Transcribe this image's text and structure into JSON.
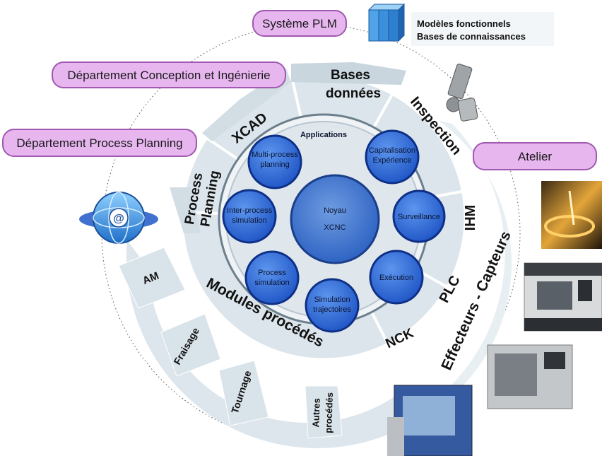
{
  "colors": {
    "pill_fill": "#e7b6ef",
    "pill_stroke": "#a058b0",
    "band_fill": "#dfe8ee",
    "band_stroke": "#ffffff",
    "inner_ring": "#b7c6d0",
    "core_fill": "#5a86c8",
    "node_fill": "#2f6fd6",
    "node_stroke": "#0e2f86"
  },
  "external": {
    "plm": "Système PLM",
    "conception": "Département Conception et Ingénierie",
    "process_planning": "Département Process Planning",
    "atelier": "Atelier",
    "server_note_line1": "Modèles fonctionnels",
    "server_note_line2": "Bases de connaissances"
  },
  "middle_ring": {
    "bases_line1": "Bases",
    "bases_line2": "données",
    "inspection": "Inspection",
    "xcad": "XCAD",
    "process_line1": "Process",
    "process_line2": "Planning",
    "ihm": "IHM",
    "plc": "PLC",
    "nck": "NCK",
    "modules": "Modules procédés",
    "effecteurs": "Effecteurs - Capteurs"
  },
  "modules": {
    "am": "AM",
    "fraisage": "Fraisage",
    "tournage": "Tournage",
    "autres_line1": "Autres",
    "autres_line2": "procédés"
  },
  "applications": {
    "title": "Applications",
    "core_line1": "Noyau",
    "core_line2": "XCNC",
    "multi_line1": "Multi-process",
    "multi_line2": "planning",
    "inter_line1": "Inter-process",
    "inter_line2": "simulation",
    "process_sim_line1": "Process",
    "process_sim_line2": "simulation",
    "sim_traj_line1": "Simulation",
    "sim_traj_line2": "trajectoires",
    "execution": "Exécution",
    "surveillance": "Surveillance",
    "cap_line1": "Capitalisation",
    "cap_line2": "Expérience"
  },
  "icons": [
    "server-icon",
    "globe-at-icon",
    "probe-icon",
    "laser-photo",
    "cnc-machine-photo",
    "machine-photo"
  ]
}
